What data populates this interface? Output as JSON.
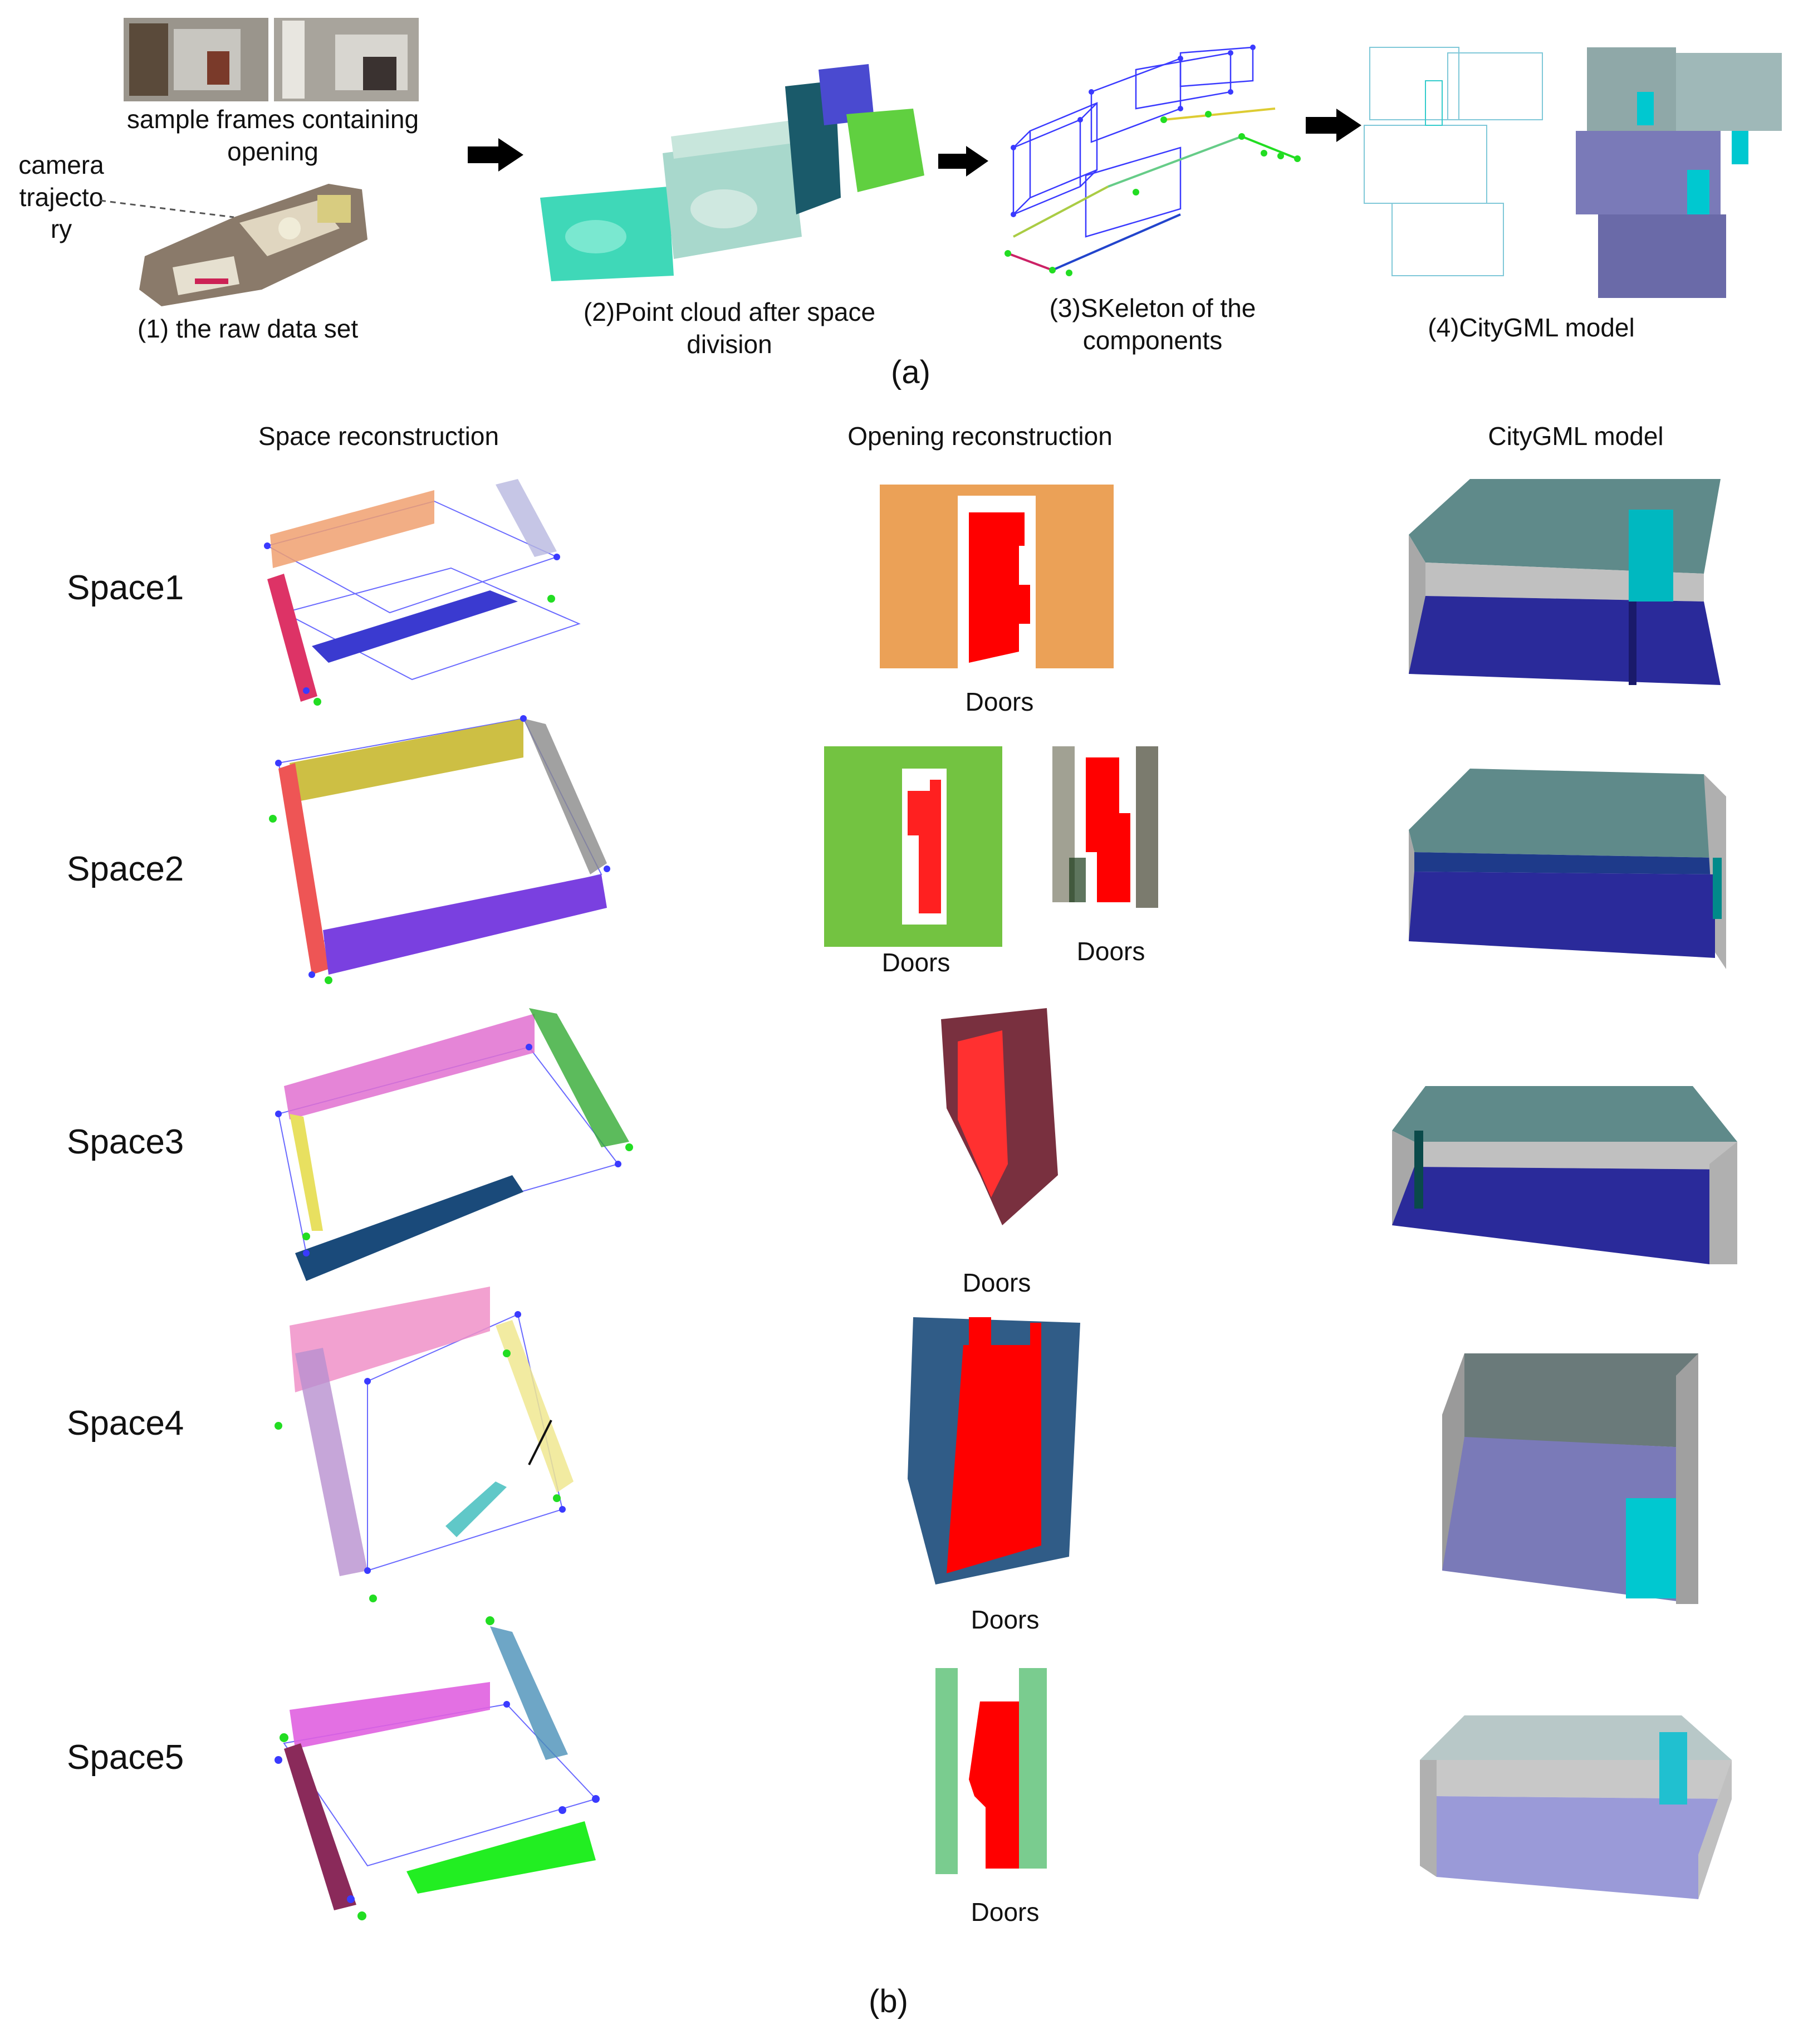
{
  "part_a": {
    "panel_label": "(a)",
    "step1": {
      "caption": "(1) the raw data set",
      "frames_caption_line1": "sample frames containing",
      "frames_caption_line2": "opening",
      "trajectory_line1": "camera",
      "trajectory_line2": "trajecto",
      "trajectory_line3": "ry"
    },
    "step2": {
      "caption_line1": "(2)Point cloud after space",
      "caption_line2": "division"
    },
    "step3": {
      "caption_line1": "(3)SKeleton of the",
      "caption_line2": "components"
    },
    "step4": {
      "caption": "(4)CityGML model"
    }
  },
  "part_b": {
    "panel_label": "(b)",
    "columns": [
      "Space reconstruction",
      "Opening reconstruction",
      "CityGML model"
    ],
    "rows": [
      {
        "name": "Space1",
        "openings": [
          "Doors"
        ]
      },
      {
        "name": "Space2",
        "openings": [
          "Doors",
          "Doors"
        ]
      },
      {
        "name": "Space3",
        "openings": [
          "Doors"
        ]
      },
      {
        "name": "Space4",
        "openings": [
          "Doors"
        ]
      },
      {
        "name": "Space5",
        "openings": [
          "Doors"
        ]
      }
    ]
  },
  "colors": {
    "door_red": "#ff0000",
    "floor_blue": "#2a2a9a",
    "ceiling_teal": "#5f8a8a",
    "wall_gray": "#b8b8b8",
    "opening_cyan": "#00c8d0",
    "skeleton_blue": "#3a3aff",
    "skeleton_green": "#22dd22"
  },
  "icons": [
    "arrow-right-icon",
    "arrow-right-icon",
    "arrow-right-icon"
  ]
}
